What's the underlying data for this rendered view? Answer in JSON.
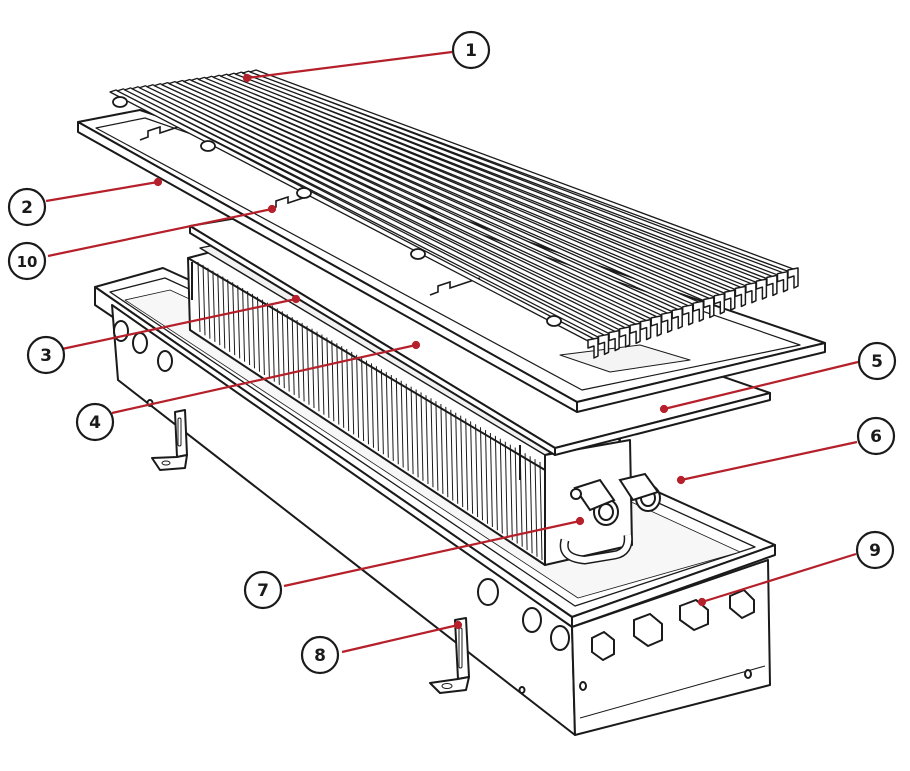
{
  "colors": {
    "leader_line": "#b5202b",
    "outline": "#1a1a1a",
    "background": "#ffffff",
    "callout_fill": "#ffffff"
  },
  "callouts": [
    {
      "id": "c1",
      "label": "1"
    },
    {
      "id": "c2",
      "label": "2"
    },
    {
      "id": "c3",
      "label": "3"
    },
    {
      "id": "c4",
      "label": "4"
    },
    {
      "id": "c5",
      "label": "5"
    },
    {
      "id": "c6",
      "label": "6"
    },
    {
      "id": "c7",
      "label": "7"
    },
    {
      "id": "c8",
      "label": "8"
    },
    {
      "id": "c9",
      "label": "9"
    },
    {
      "id": "c10",
      "label": "10"
    }
  ]
}
